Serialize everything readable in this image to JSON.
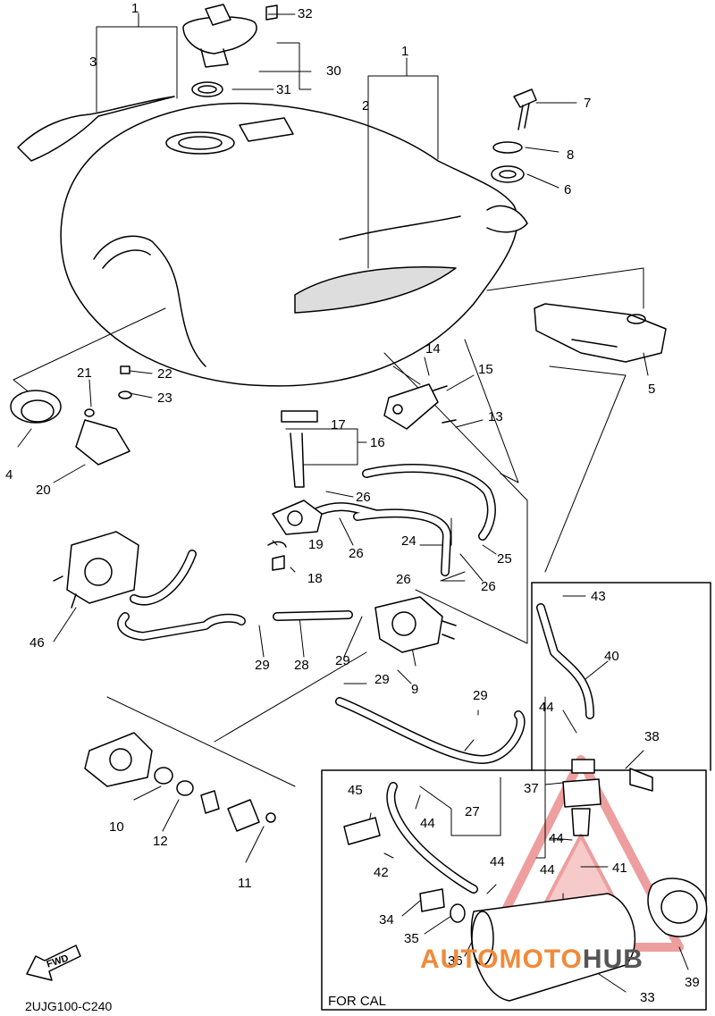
{
  "diagram": {
    "part_code": "2UJG100-C240",
    "variant_label": "FOR CAL",
    "direction_label": "FWD",
    "watermark": {
      "part1": "AUTO",
      "part2": "MOTO",
      "part3": "HUB",
      "accent_color": "#f08a3a",
      "gray_color": "#555555",
      "triangle_color": "#e05050"
    },
    "callouts": [
      {
        "id": "c1a",
        "text": "1"
      },
      {
        "id": "c3",
        "text": "3"
      },
      {
        "id": "c32",
        "text": "32"
      },
      {
        "id": "c30",
        "text": "30"
      },
      {
        "id": "c31",
        "text": "31"
      },
      {
        "id": "c1b",
        "text": "1"
      },
      {
        "id": "c2",
        "text": "2"
      },
      {
        "id": "c7",
        "text": "7"
      },
      {
        "id": "c8",
        "text": "8"
      },
      {
        "id": "c6",
        "text": "6"
      },
      {
        "id": "c5",
        "text": "5"
      },
      {
        "id": "c14",
        "text": "14"
      },
      {
        "id": "c15",
        "text": "15"
      },
      {
        "id": "c13",
        "text": "13"
      },
      {
        "id": "c21",
        "text": "21"
      },
      {
        "id": "c22",
        "text": "22"
      },
      {
        "id": "c23",
        "text": "23"
      },
      {
        "id": "c4",
        "text": "4"
      },
      {
        "id": "c20",
        "text": "20"
      },
      {
        "id": "c17",
        "text": "17"
      },
      {
        "id": "c16",
        "text": "16"
      },
      {
        "id": "c26a",
        "text": "26"
      },
      {
        "id": "c26b",
        "text": "26"
      },
      {
        "id": "c19",
        "text": "19"
      },
      {
        "id": "c18",
        "text": "18"
      },
      {
        "id": "c24",
        "text": "24"
      },
      {
        "id": "c25",
        "text": "25"
      },
      {
        "id": "c26c",
        "text": "26"
      },
      {
        "id": "c26d",
        "text": "26"
      },
      {
        "id": "c43",
        "text": "43"
      },
      {
        "id": "c46",
        "text": "46"
      },
      {
        "id": "c29a",
        "text": "29"
      },
      {
        "id": "c28",
        "text": "28"
      },
      {
        "id": "c29b",
        "text": "29"
      },
      {
        "id": "c9",
        "text": "9"
      },
      {
        "id": "c40",
        "text": "40"
      },
      {
        "id": "c29c",
        "text": "29"
      },
      {
        "id": "c29d",
        "text": "29"
      },
      {
        "id": "c44a",
        "text": "44"
      },
      {
        "id": "c38",
        "text": "38"
      },
      {
        "id": "c10",
        "text": "10"
      },
      {
        "id": "c12",
        "text": "12"
      },
      {
        "id": "c11",
        "text": "11"
      },
      {
        "id": "c27",
        "text": "27"
      },
      {
        "id": "c37",
        "text": "37"
      },
      {
        "id": "c45",
        "text": "45"
      },
      {
        "id": "c44b",
        "text": "44"
      },
      {
        "id": "c42",
        "text": "42"
      },
      {
        "id": "c44c",
        "text": "44"
      },
      {
        "id": "c44d",
        "text": "44"
      },
      {
        "id": "c41",
        "text": "41"
      },
      {
        "id": "c44e",
        "text": "44"
      },
      {
        "id": "c34",
        "text": "34"
      },
      {
        "id": "c35",
        "text": "35"
      },
      {
        "id": "c36",
        "text": "36"
      },
      {
        "id": "c33",
        "text": "33"
      },
      {
        "id": "c39",
        "text": "39"
      }
    ]
  }
}
